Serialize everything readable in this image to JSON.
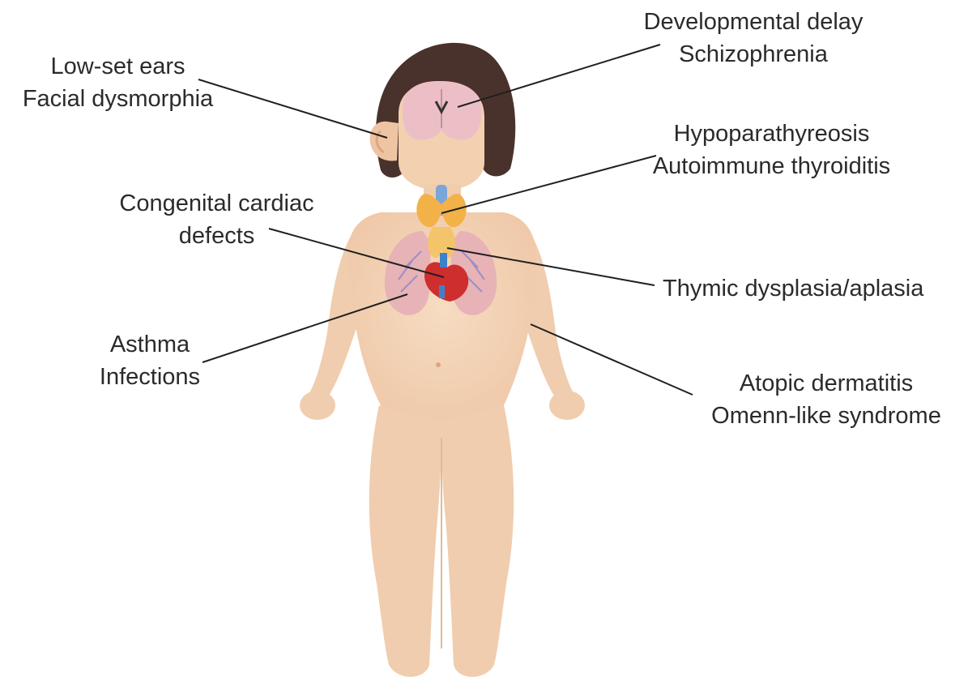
{
  "labels": {
    "ears": [
      "Low-set ears",
      "Facial dysmorphia"
    ],
    "brain": [
      "Developmental delay",
      "Schizophrenia"
    ],
    "thyroid": [
      "Hypoparathyreosis",
      "Autoimmune thyroiditis"
    ],
    "heart": [
      "Congenital cardiac",
      "defects"
    ],
    "thymus": [
      "Thymic dysplasia/aplasia"
    ],
    "lungs": [
      "Asthma",
      "Infections"
    ],
    "skin": [
      "Atopic dermatitis",
      "Omenn-like syndrome"
    ]
  },
  "colors": {
    "skin": "#f3d2b4",
    "skin_shadow": "#e3b996",
    "hair": "#4a322c",
    "brain": "#ecbfc6",
    "thyroid": "#f2b248",
    "lungs": "#e7b3b6",
    "heart": "#cf2e2e",
    "vessels": "#3d82c9",
    "line": "#1f1f1f",
    "text": "#2b2b2b"
  }
}
